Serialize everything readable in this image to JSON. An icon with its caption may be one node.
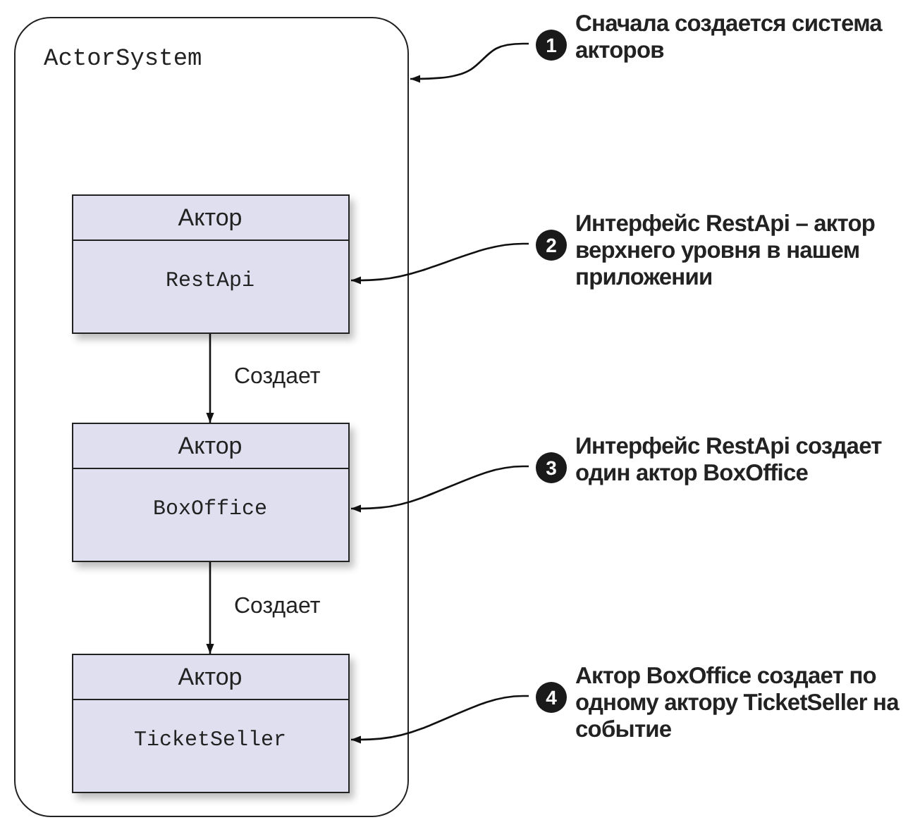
{
  "diagram": {
    "nodes": [
      {
        "text": [
          "ActorSystem"
        ]
      },
      {
        "text": [
          "Актор",
          "RestApi"
        ],
        "in": 0
      },
      {
        "text": [
          "Актор",
          "BoxOffice"
        ],
        "in": 0
      },
      {
        "text": [
          "Актор",
          "TicketSeller"
        ],
        "in": 0
      },
      {
        "text": [
          "1",
          "Сначала создается система акторов"
        ]
      },
      {
        "text": [
          "2",
          "Интерфейс RestApi – актор верхнего уровня в нашем приложении"
        ]
      },
      {
        "text": [
          "3",
          "Интерфейс RestApi создает один актор BoxOffice"
        ]
      },
      {
        "text": [
          "4",
          "Актор BoxOffice создает по одному актору TicketSeller на событие"
        ]
      }
    ],
    "edges": [
      {
        "from": 1,
        "to": 2,
        "arrow": "to",
        "label": "Создает"
      },
      {
        "from": 2,
        "to": 3,
        "arrow": "to",
        "label": "Создает"
      },
      {
        "from": 4,
        "to": 0,
        "arrow": "to"
      },
      {
        "from": 5,
        "to": 1,
        "arrow": "to"
      },
      {
        "from": 6,
        "to": 2,
        "arrow": "to"
      },
      {
        "from": 7,
        "to": 3,
        "arrow": "to"
      }
    ]
  }
}
